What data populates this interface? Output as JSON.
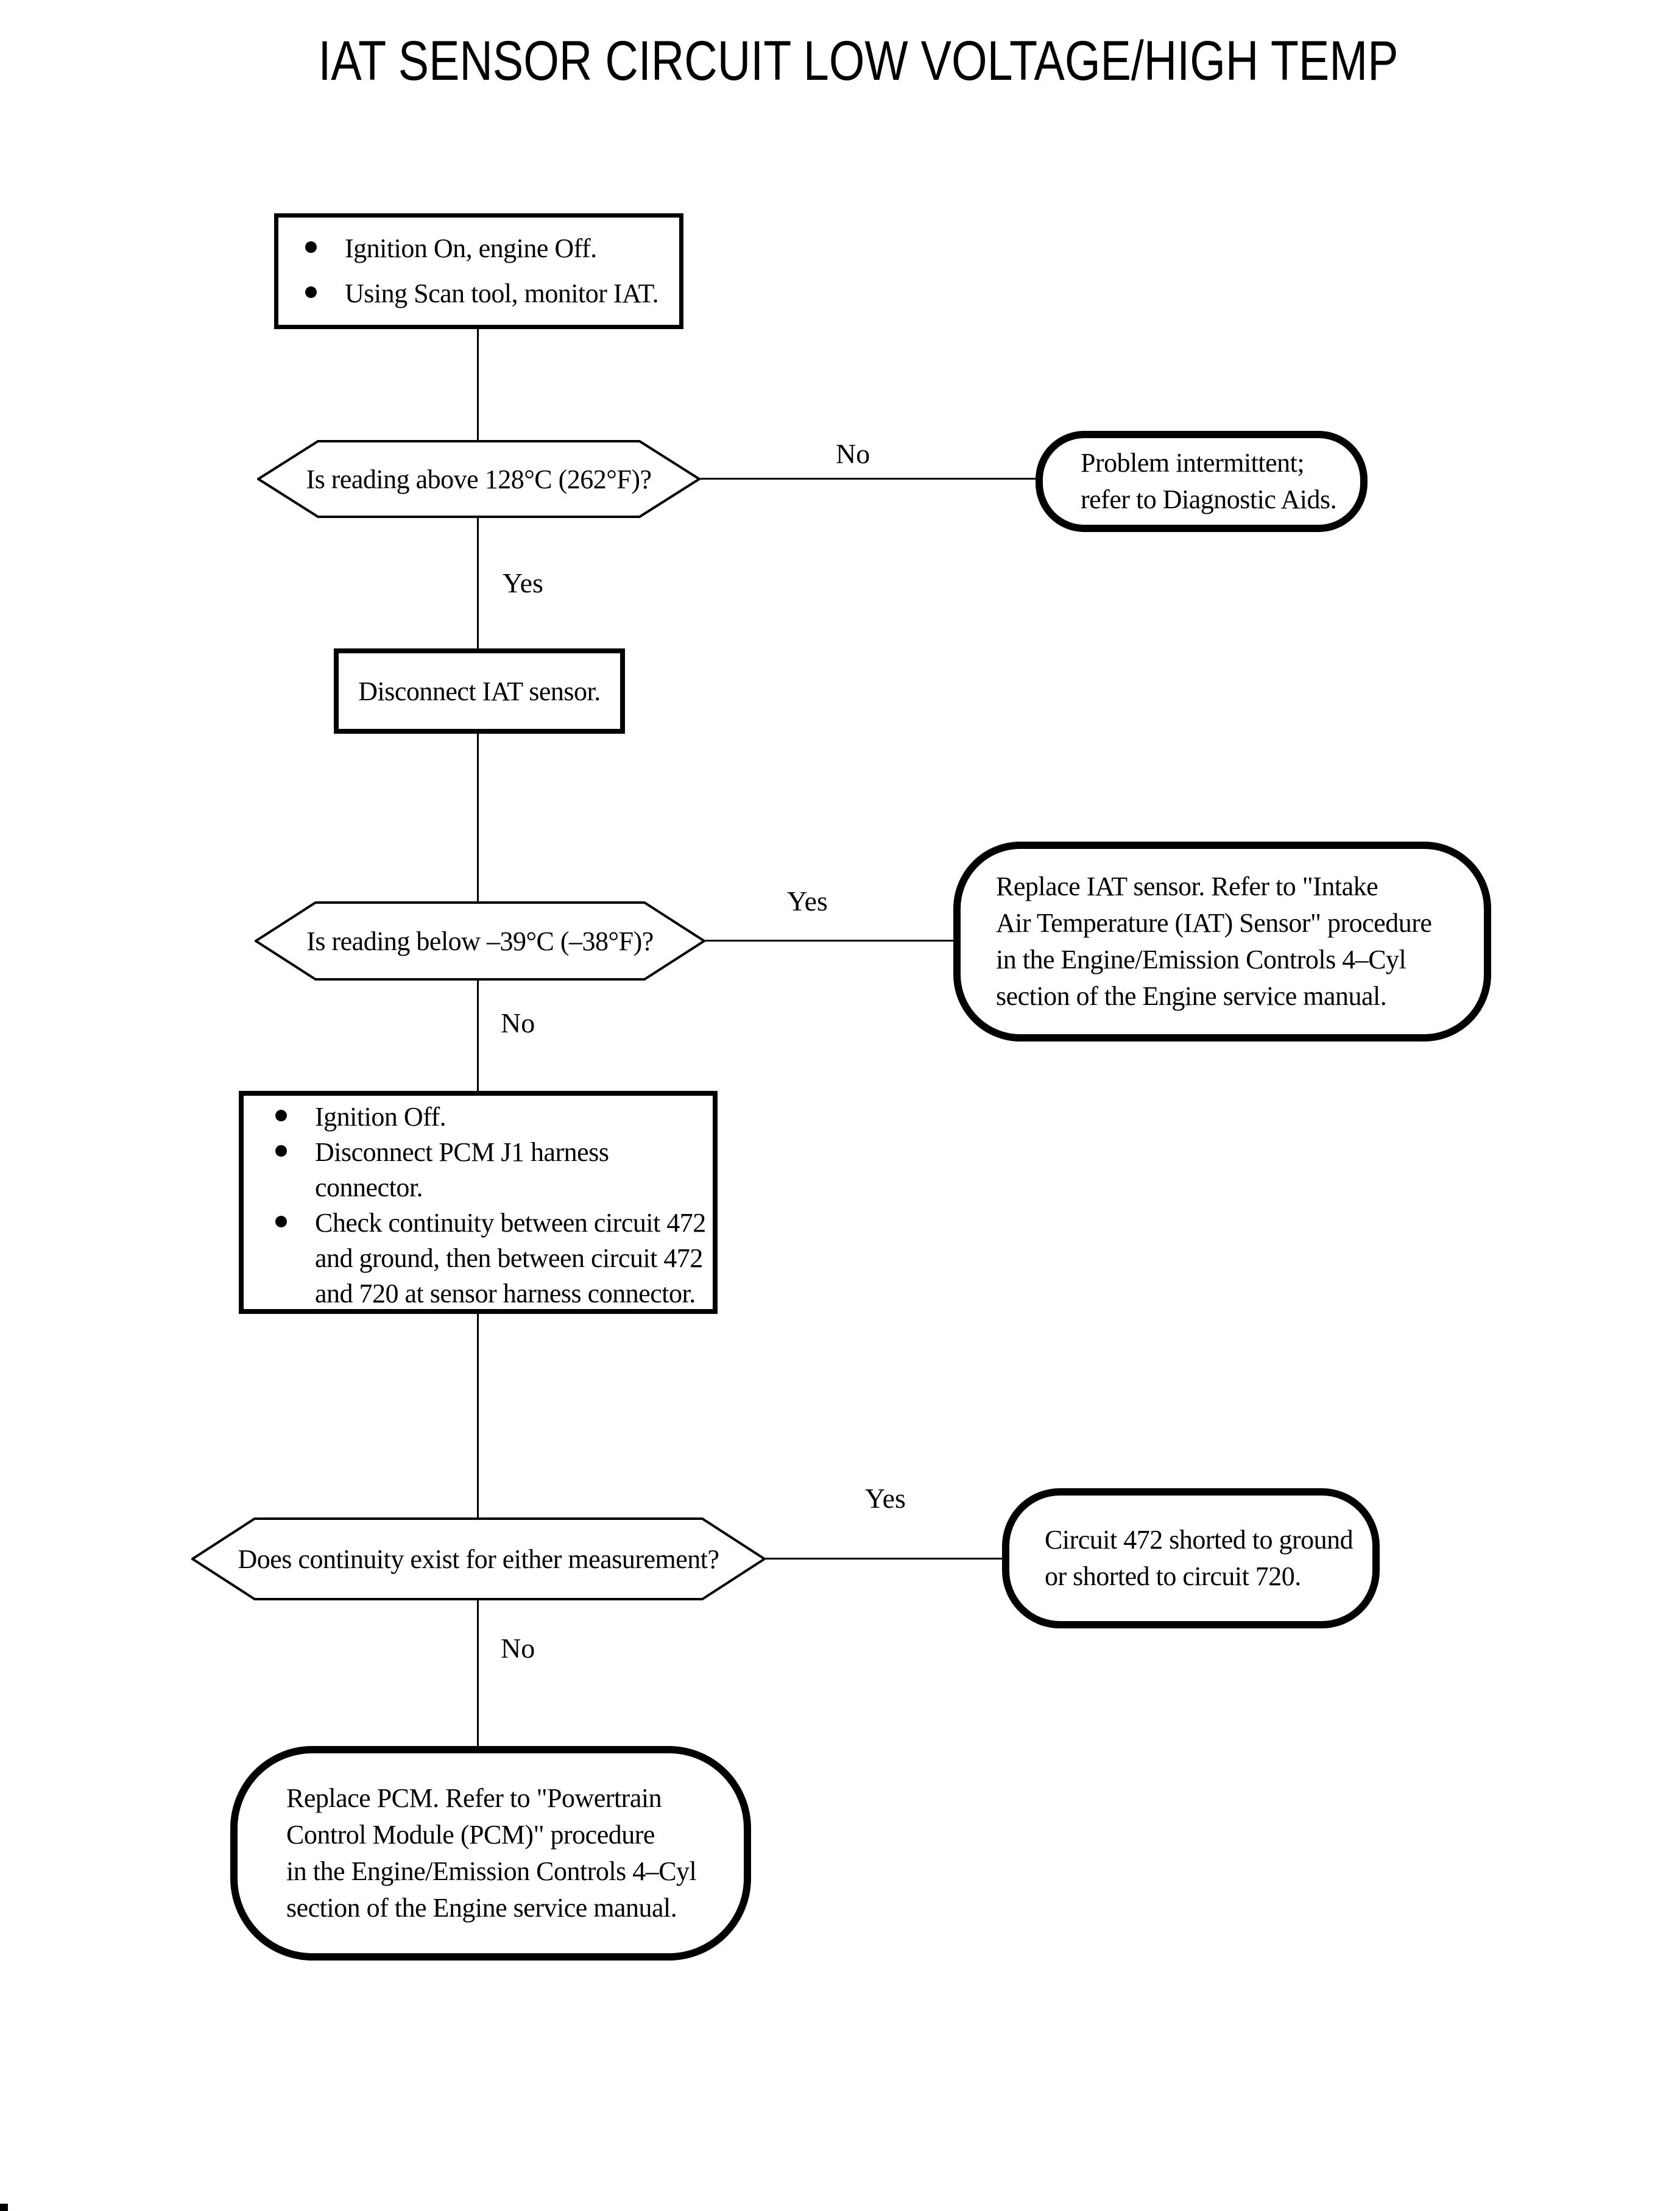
{
  "title": "IAT SENSOR CIRCUIT LOW VOLTAGE/HIGH TEMP",
  "edge_labels": {
    "no1": "No",
    "yes1": "Yes",
    "yes2": "Yes",
    "no2": "No",
    "yes3": "Yes",
    "no3": "No"
  },
  "nodes": {
    "start": {
      "type": "process",
      "bullets": [
        "Ignition On, engine Off.",
        "Using Scan tool, monitor IAT."
      ]
    },
    "decision_reading_above": {
      "type": "decision",
      "text": "Is reading above 128°C (262°F)?"
    },
    "terminal_problem_intermittent": {
      "type": "terminal",
      "text": "Problem intermittent;\nrefer to Diagnostic Aids."
    },
    "process_disconnect_iat": {
      "type": "process",
      "text": "Disconnect IAT sensor."
    },
    "decision_reading_below": {
      "type": "decision",
      "text": "Is reading below –39°C (–38°F)?"
    },
    "terminal_replace_iat": {
      "type": "terminal",
      "text": "Replace IAT sensor. Refer to \"Intake\nAir Temperature (IAT) Sensor\" procedure\nin the Engine/Emission Controls 4–Cyl\nsection of the Engine service manual."
    },
    "process_check_continuity": {
      "type": "process",
      "bullets": [
        "Ignition Off.",
        "Disconnect PCM J1 harness connector.",
        "Check continuity between circuit 472\nand ground, then between circuit 472\nand 720 at sensor harness connector."
      ]
    },
    "decision_continuity": {
      "type": "decision",
      "text": "Does continuity exist for either measurement?"
    },
    "terminal_circuit_shorted": {
      "type": "terminal",
      "text": "Circuit 472 shorted to ground\nor shorted to circuit 720."
    },
    "terminal_replace_pcm": {
      "type": "terminal",
      "text": "Replace PCM. Refer to \"Powertrain\nControl Module (PCM)\" procedure\nin the Engine/Emission Controls 4–Cyl\nsection of the Engine service manual."
    }
  },
  "colors": {
    "ink": "#000000",
    "paper": "#ffffff"
  }
}
